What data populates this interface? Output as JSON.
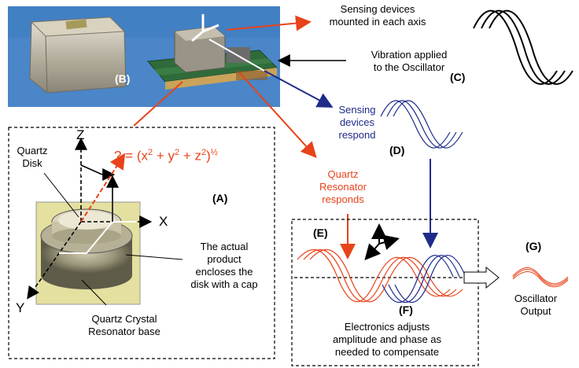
{
  "labels": {
    "A": "(A)",
    "B": "(B)",
    "C": "(C)",
    "D": "(D)",
    "E": "(E)",
    "F": "(F)",
    "G": "(G)"
  },
  "text": {
    "sensing_mounted": "Sensing devices\nmounted in each axis",
    "vibration": "Vibration applied\nto the Oscillator",
    "sensing_respond": "Sensing\ndevices\nrespond",
    "quartz_resp": "Quartz\nResonator\nresponds",
    "quartz_disk": "Quartz\nDisk",
    "actual_product": "The actual\nproduct\nencloses the\ndisk with a cap",
    "resonator_base": "Quartz Crystal\nResonator base",
    "electronics": "Electronics adjusts\namplitude and phase as\nneeded to compensate",
    "oscillator_output": "Oscillator\nOutput"
  },
  "formula": {
    "prefix": "? =  (x",
    "exp2": "2",
    "mid1": " + y",
    "mid2": " + z",
    "close": ")",
    "exp_half": "½"
  },
  "axes": {
    "x": "X",
    "y": "Y",
    "z": "Z"
  },
  "colors": {
    "red": "#e8431a",
    "blue": "#1f2b8a",
    "photo_bg": "#4a86c8"
  }
}
